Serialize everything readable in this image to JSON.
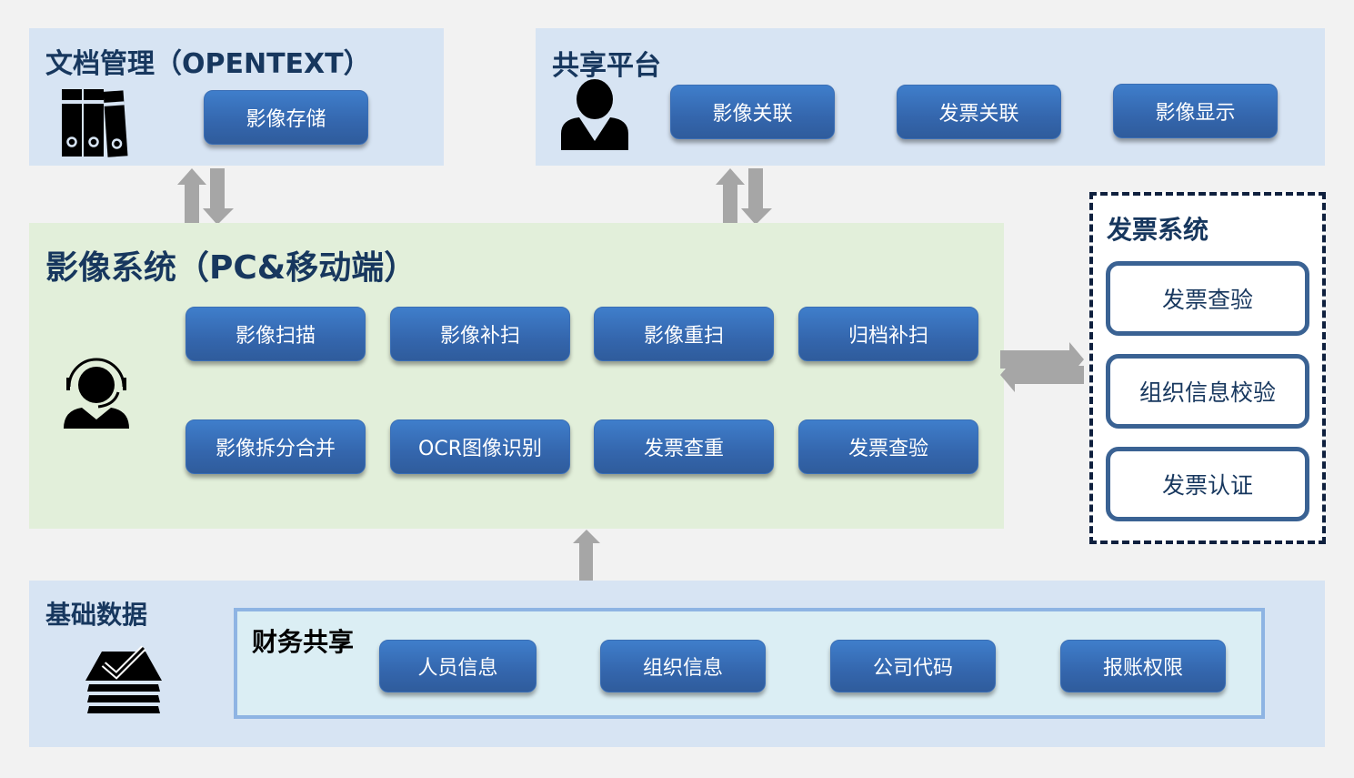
{
  "doc_mgmt": {
    "title": "文档管理（OPENTEXT）",
    "icon": "binders-icon",
    "buttons": [
      "影像存储"
    ]
  },
  "share_platform": {
    "title": "共享平台",
    "icon": "user-icon",
    "buttons": [
      "影像关联",
      "发票关联",
      "影像显示"
    ]
  },
  "image_system": {
    "title": "影像系统（PC&移动端）",
    "icon": "headset-operator-icon",
    "buttons_row1": [
      "影像扫描",
      "影像补扫",
      "影像重扫",
      "归档补扫"
    ],
    "buttons_row2": [
      "影像拆分合并",
      "OCR图像识别",
      "发票查重",
      "发票查验"
    ]
  },
  "invoice_system": {
    "title": "发票系统",
    "buttons": [
      "发票查验",
      "组织信息校验",
      "发票认证"
    ]
  },
  "base_data": {
    "title": "基础数据",
    "icon": "checklist-stack-icon",
    "group_title": "财务共享",
    "buttons": [
      "人员信息",
      "组织信息",
      "公司代码",
      "报账权限"
    ]
  },
  "colors": {
    "title_text": "#17375e",
    "button_blue": "#3466ad",
    "panel_blue": "#d7e4f3",
    "panel_green": "#e2efda",
    "arrow_gray": "#a6a6a6",
    "dashed_border": "#0f203e"
  }
}
